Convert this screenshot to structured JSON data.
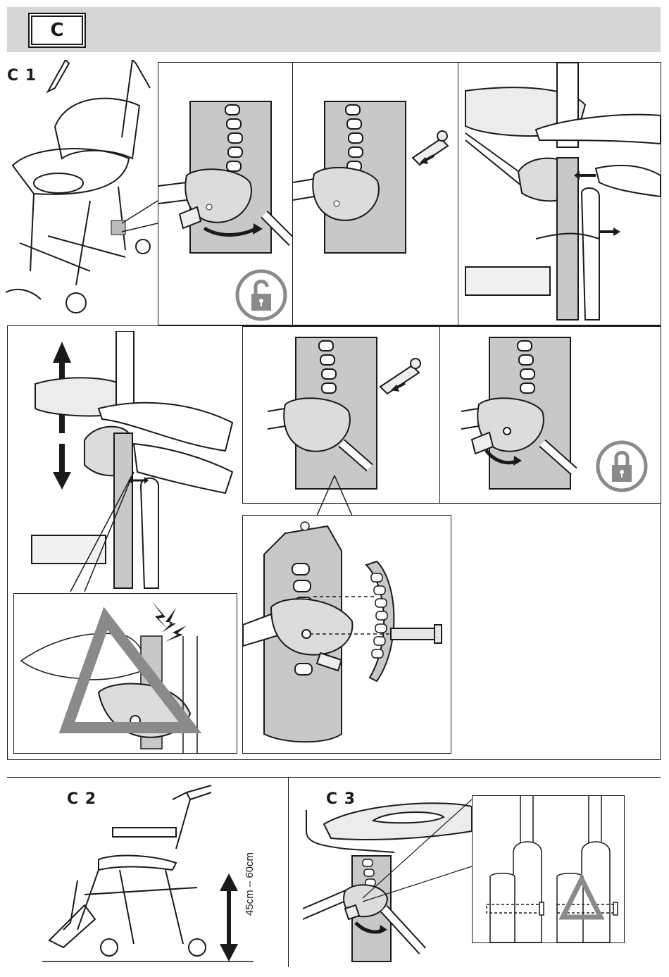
{
  "header": {
    "section_label": "C"
  },
  "steps": {
    "c1": {
      "label": "C 1"
    },
    "c2": {
      "label": "C 2",
      "height_range": "45cm – 60cm"
    },
    "c3": {
      "label": "C 3"
    }
  },
  "icons": {
    "unlock": "padlock-open-icon",
    "lock": "padlock-closed-icon",
    "warning": "warning-triangle-icon",
    "pinch": "pinch-hazard-icon"
  },
  "colors": {
    "header_band": "#d6d6d6",
    "plate_gray": "#c8c8c8",
    "icon_gray": "#8a8a8a",
    "line": "#1a1a1a"
  }
}
